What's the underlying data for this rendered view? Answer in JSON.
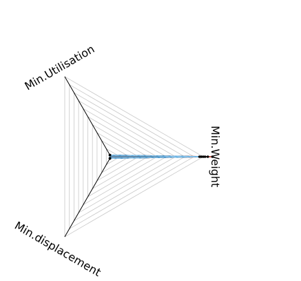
{
  "chart_data": {
    "type": "radar",
    "axes": [
      "Min.Weight",
      "Min.Utilisation",
      "Min.displacement"
    ],
    "rlim": [
      0,
      1
    ],
    "grid_levels": [
      0.1,
      0.2,
      0.3,
      0.4,
      0.5,
      0.6,
      0.7,
      0.8,
      0.9,
      1.0
    ],
    "grid": true,
    "legend": "none",
    "series": [
      {
        "values": [
          1.1,
          0.02,
          0.02
        ],
        "color": "#c0392b"
      },
      {
        "values": [
          1.05,
          0.02,
          0.02
        ],
        "color": "#2b2b2b"
      },
      {
        "values": [
          1.02,
          0.02,
          0.02
        ],
        "color": "#1f4e79"
      },
      {
        "values": [
          1.0,
          0.02,
          0.02
        ],
        "color": "#2e86c1"
      },
      {
        "values": [
          0.98,
          0.02,
          0.02
        ],
        "color": "#5dade2"
      },
      {
        "values": [
          0.96,
          0.02,
          0.02
        ],
        "color": "#85c1e9"
      }
    ],
    "colors": {
      "grid": "#c8c8c8",
      "axis": "#000000"
    }
  }
}
